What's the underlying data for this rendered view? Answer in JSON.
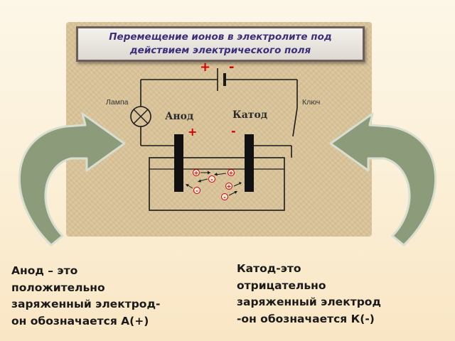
{
  "title": {
    "line1": "Перемещение ионов в электролите под",
    "line2": "действием электрического поля"
  },
  "battery": {
    "plus": "+",
    "minus": "-"
  },
  "lamp_label": "Лампа",
  "key_label": "Ключ",
  "anode": {
    "label": "Анод",
    "sign": "+"
  },
  "cathode": {
    "label": "Катод",
    "sign": "-"
  },
  "ions": {
    "positive": "+",
    "negative": "-"
  },
  "left_caption": [
    "Анод – это",
    "положительно",
    "заряженный электрод-",
    "он обозначается  А(+)"
  ],
  "right_caption": [
    "Катод-это",
    "отрицательно",
    "заряженный электрод",
    "-он обозначается  К(-)"
  ],
  "colors": {
    "arrow_fill": "#8c9b79",
    "arrow_stroke": "#d8dfd0",
    "sign_red": "#d40000",
    "electrode": "#111111"
  }
}
